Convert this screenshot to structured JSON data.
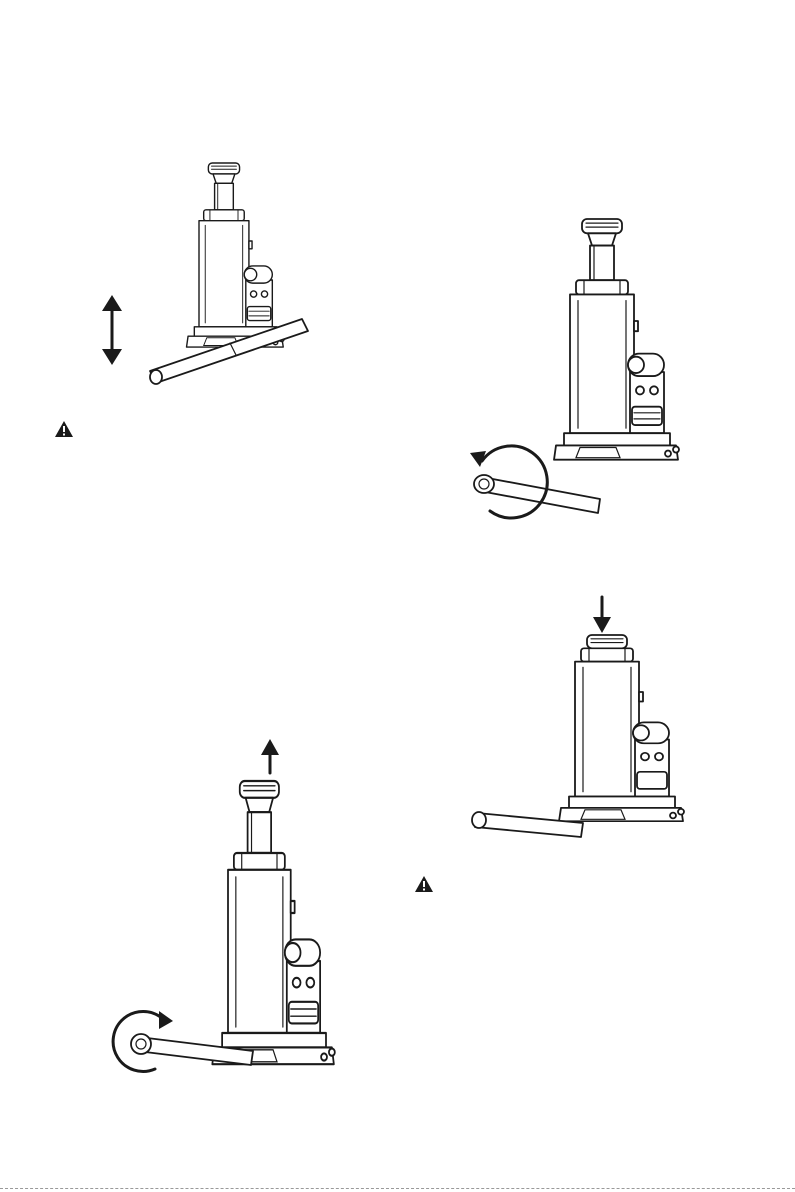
{
  "page": {
    "background": "#ffffff",
    "ink_color": "#1a1a1a"
  },
  "figures": [
    {
      "id": "pump-handle",
      "motion_icon": "double-vertical-arrow-icon"
    },
    {
      "id": "close-release-valve",
      "motion_icon": "counterclockwise-rotation-arrow-icon"
    },
    {
      "id": "open-release-valve",
      "motion_icon": "clockwise-rotation-arrow-icon"
    },
    {
      "id": "lower-ram",
      "motion_icon": "down-arrow-icon"
    }
  ],
  "warnings": [
    {
      "icon": "warning-triangle-icon"
    },
    {
      "icon": "warning-triangle-icon"
    }
  ]
}
